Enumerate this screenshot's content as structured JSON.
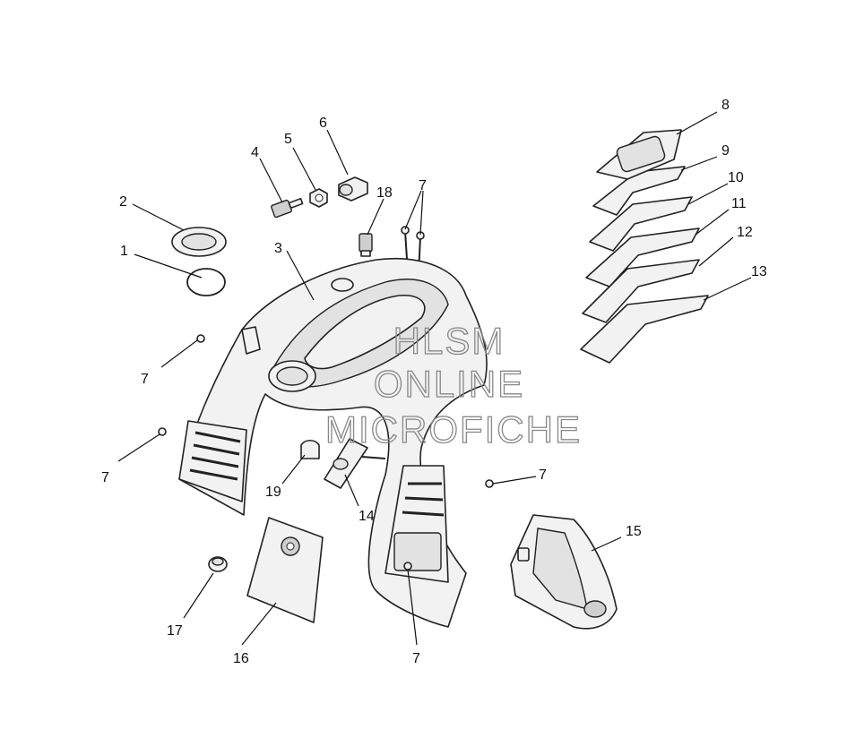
{
  "diagram": {
    "watermark": [
      "HLSM",
      "ONLINE",
      "MICROFICHE"
    ],
    "callouts": [
      "1",
      "2",
      "3",
      "4",
      "5",
      "6",
      "7",
      "7",
      "7",
      "7",
      "7",
      "7",
      "8",
      "9",
      "10",
      "11",
      "12",
      "13",
      "14",
      "15",
      "16",
      "17",
      "18",
      "19"
    ]
  },
  "colors": {
    "line": "#222222",
    "fill": "#f2f2f2",
    "watermark": "#888888"
  }
}
